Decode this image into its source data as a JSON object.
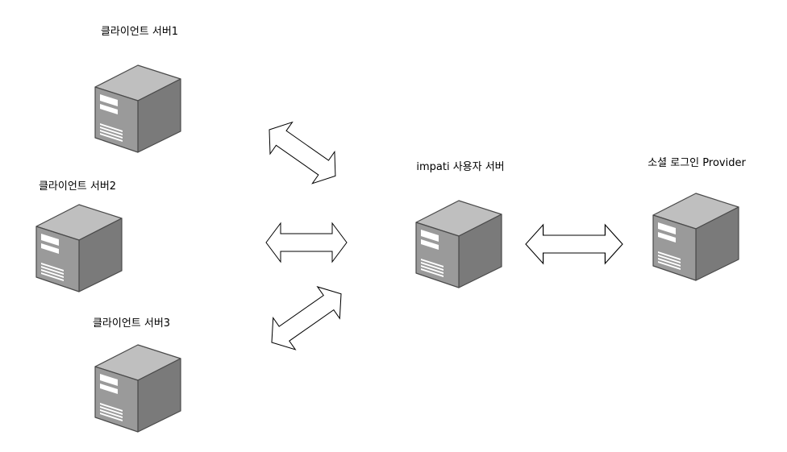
{
  "diagram": {
    "nodes": [
      {
        "id": "client1",
        "label": "클라이언트 서버1",
        "icon": "server-icon"
      },
      {
        "id": "client2",
        "label": "클라이언트 서버2",
        "icon": "server-icon"
      },
      {
        "id": "client3",
        "label": "클라이언트 서버3",
        "icon": "server-icon"
      },
      {
        "id": "user_server",
        "label": "impati 사용자 서버",
        "icon": "server-icon"
      },
      {
        "id": "social_provider",
        "label": "소셜 로그인 Provider",
        "icon": "server-icon"
      }
    ],
    "edges": [
      {
        "from": "client1",
        "to": "user_server",
        "direction": "bidirectional"
      },
      {
        "from": "client2",
        "to": "user_server",
        "direction": "bidirectional"
      },
      {
        "from": "client3",
        "to": "user_server",
        "direction": "bidirectional"
      },
      {
        "from": "user_server",
        "to": "social_provider",
        "direction": "bidirectional"
      }
    ],
    "colors": {
      "server_front": "#9a9a9a",
      "server_side": "#7a7a7a",
      "server_top": "#bfbfbf",
      "server_outline": "#4a4a4a",
      "server_detail": "#ffffff",
      "arrow_fill": "#ffffff",
      "arrow_stroke": "#000000"
    }
  }
}
